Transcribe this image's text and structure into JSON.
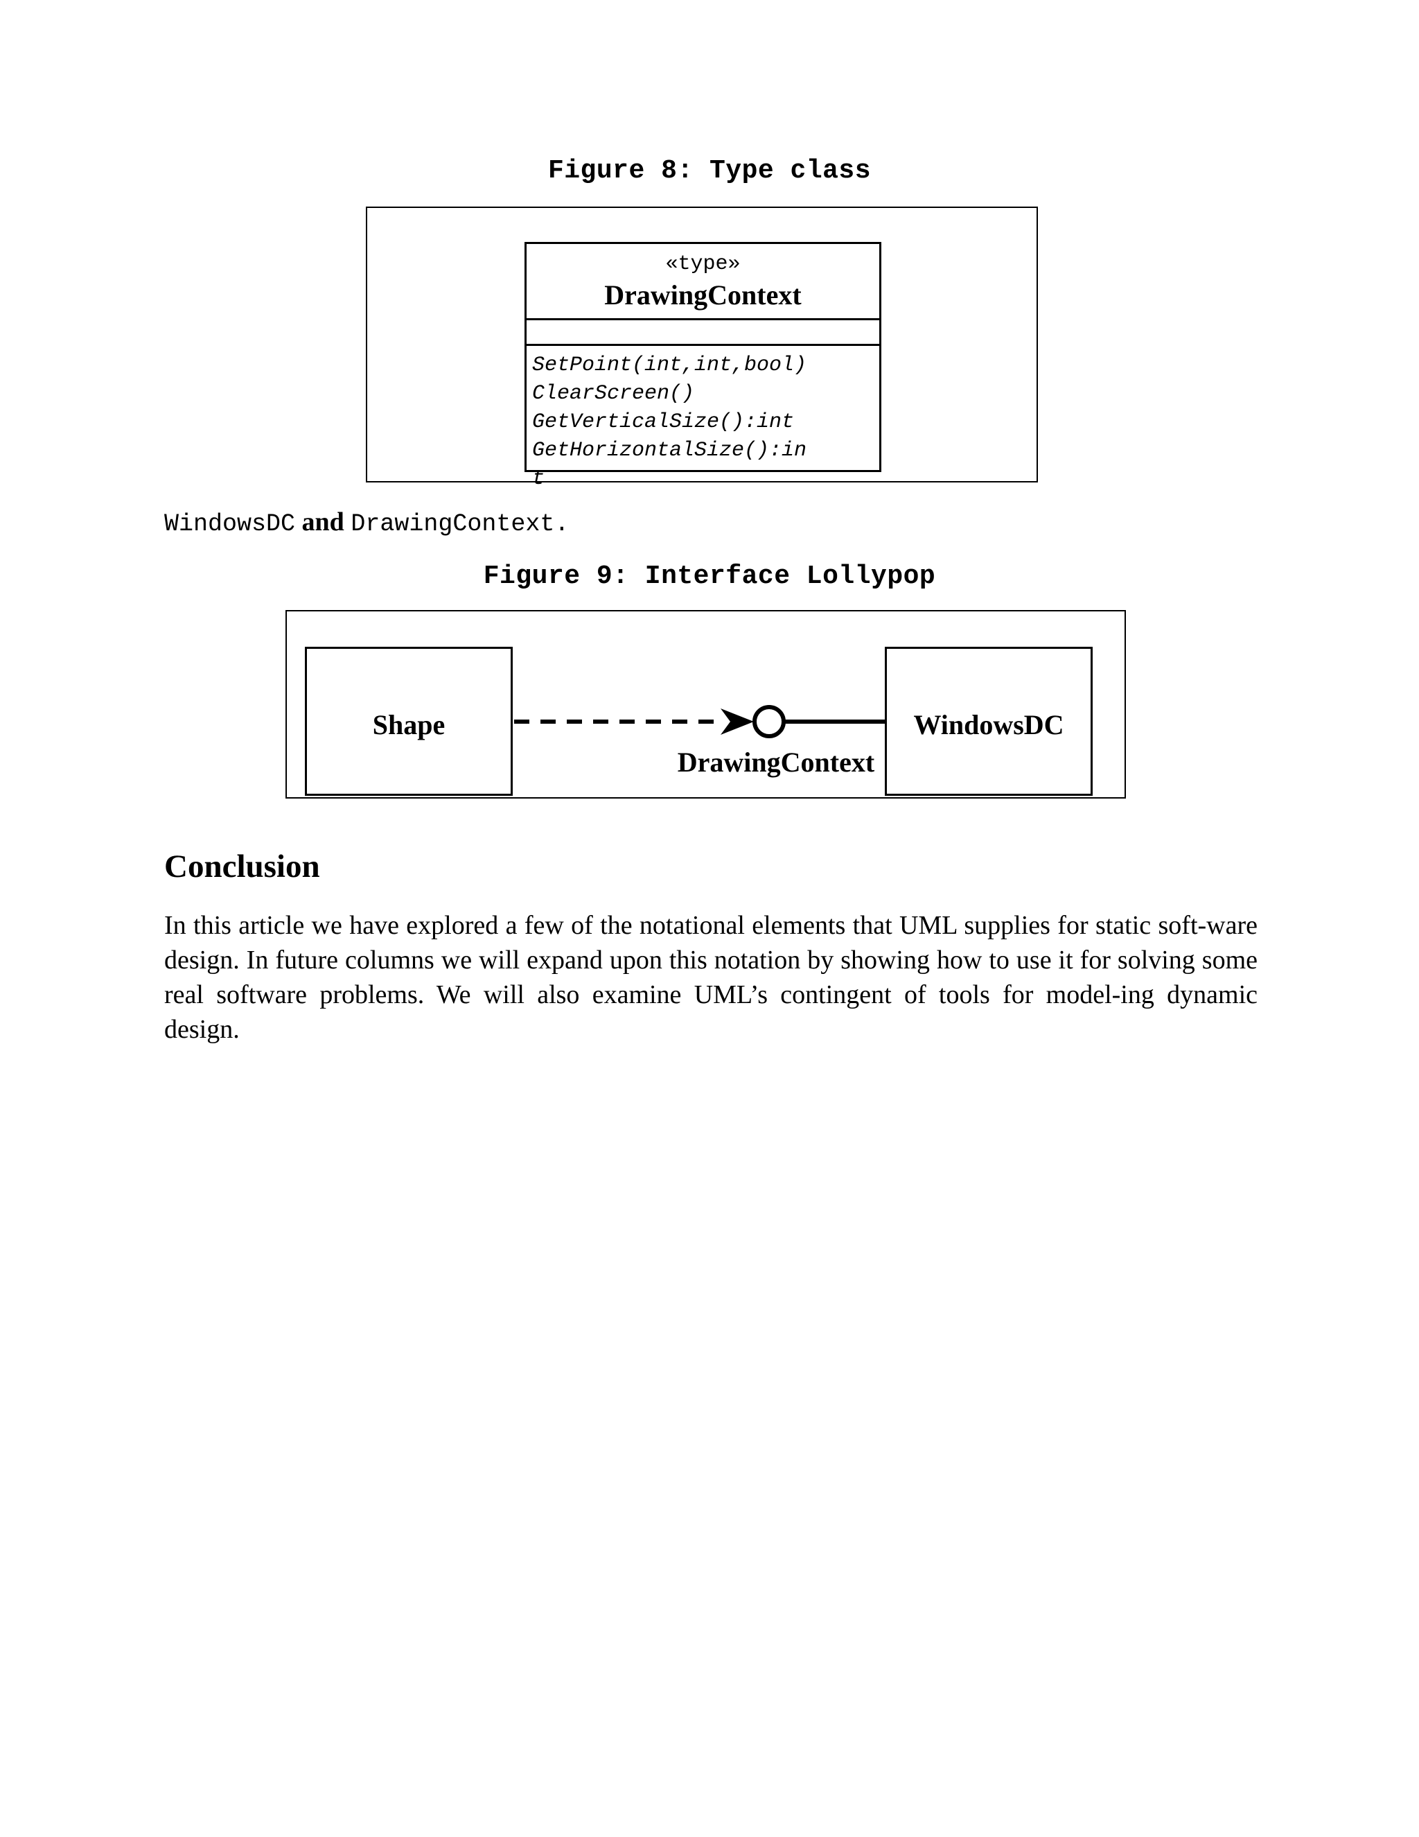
{
  "document": {
    "page_background": "#ffffff",
    "text_color": "#000000"
  },
  "figure8": {
    "caption": "Figure 8: Type class",
    "class_box": {
      "stereotype": "«type»",
      "name": "DrawingContext",
      "attributes": [],
      "operations": [
        "SetPoint(int,int,bool)",
        "ClearScreen()",
        "GetVerticalSize():int",
        "GetHorizontalSize():in"
      ],
      "operation_overflow": "t"
    }
  },
  "inline_text": {
    "first_code": "WindowsDC",
    "conjunction": " and ",
    "second_code": "DrawingContext."
  },
  "figure9": {
    "caption": "Figure 9: Interface Lollypop",
    "left_box_label": "Shape",
    "right_box_label": "WindowsDC",
    "interface_label": "DrawingContext",
    "connector": {
      "dependency_style": "dashed",
      "arrowhead": "filled-triangle",
      "lollypop": "hollow-circle",
      "realization_style": "solid"
    }
  },
  "conclusion": {
    "heading": "Conclusion",
    "body": "In this article we have explored a few of the notational elements that UML supplies for static soft-ware design. In future columns we will expand upon this notation by showing how to use it for solving some real software problems. We will also examine UML’s contingent of tools for model-ing dynamic design."
  }
}
